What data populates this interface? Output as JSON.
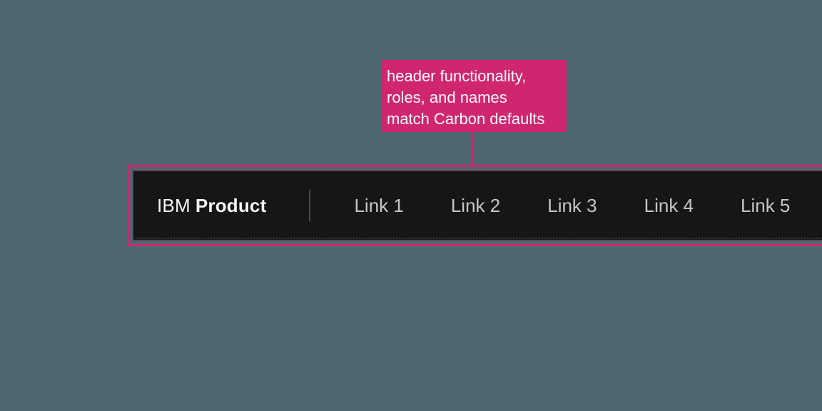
{
  "colors": {
    "background": "#4e676e",
    "magenta": "#d02670",
    "header_bg": "#161616",
    "brand_text": "#f4f4f4",
    "link_text": "#c6c6c6",
    "divider": "#4a4a4a",
    "callout_text": "#ffffff"
  },
  "annotation": {
    "lines": [
      "header functionality,",
      "roles, and names",
      "match Carbon defaults"
    ]
  },
  "header": {
    "brand_prefix": "IBM",
    "brand_product": "Product",
    "links": [
      "Link 1",
      "Link 2",
      "Link 3",
      "Link 4",
      "Link 5"
    ]
  }
}
